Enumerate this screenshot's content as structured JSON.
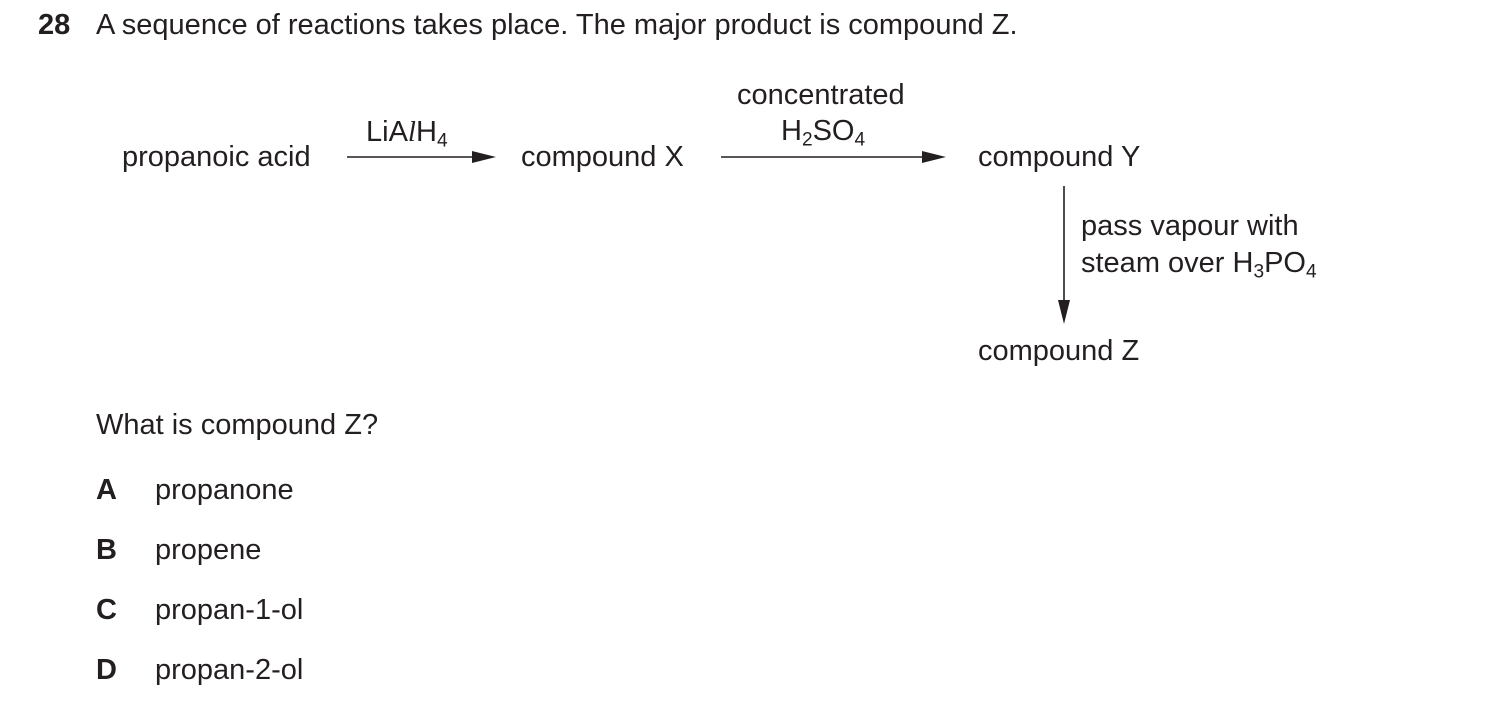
{
  "question": {
    "number": "28",
    "text": "A sequence of reactions takes place. The major product is compound Z."
  },
  "scheme": {
    "start": "propanoic acid",
    "reagent1": {
      "prefix": "LiA",
      "italic": "l",
      "base": "H",
      "sub": "4"
    },
    "product_x": "compound X",
    "reagent2": {
      "line1": "concentrated",
      "h": "H",
      "h_sub": "2",
      "so": "SO",
      "so_sub": "4"
    },
    "product_y": "compound Y",
    "reagent3": {
      "line1": "pass vapour with",
      "line2_prefix": "steam over H",
      "h_sub": "3",
      "po": "PO",
      "po_sub": "4"
    },
    "product_z": "compound Z"
  },
  "prompt": "What is compound Z?",
  "options": [
    {
      "letter": "A",
      "text": "propanone"
    },
    {
      "letter": "B",
      "text": "propene"
    },
    {
      "letter": "C",
      "text": "propan-1-ol"
    },
    {
      "letter": "D",
      "text": "propan-2-ol"
    }
  ]
}
